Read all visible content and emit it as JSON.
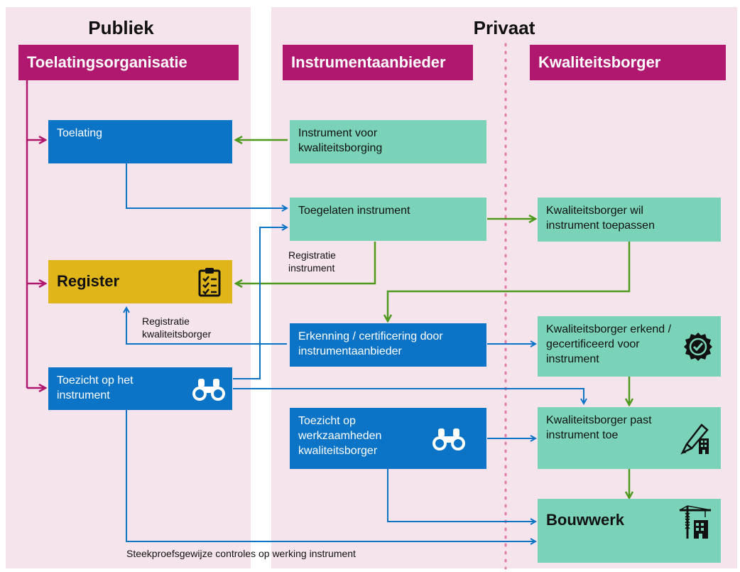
{
  "sections": {
    "public": "Publiek",
    "private": "Privaat"
  },
  "headers": {
    "admission_org": "Toelatingsorganisatie",
    "instrument_provider": "Instrumentaanbieder",
    "quality_assurer": "Kwaliteitsborger"
  },
  "boxes": {
    "toelating": "Toelating",
    "register": "Register",
    "toezicht_instrument": "Toezicht op het instrument",
    "instrument_voor": "Instrument voor kwaliteitsborging",
    "toegelaten": "Toegelaten instrument",
    "erkenning": "Erkenning / certificering door instrumentaanbieder",
    "toezicht_werk": "Toezicht op werkzaamheden kwaliteitsborger",
    "kb_wil": "Kwaliteitsborger wil instrument toepassen",
    "kb_erkend": "Kwaliteitsborger erkend / gecertificeerd voor instrument",
    "kb_past": "Kwaliteitsborger past instrument toe",
    "bouwwerk": "Bouwwerk"
  },
  "labels": {
    "registratie_instrument": "Registratie instrument",
    "registratie_kb": "Registratie kwaliteitsborger",
    "steekproef": "Steekproefsgewijze controles op werking instrument"
  },
  "colors": {
    "magenta": "#b0186f",
    "blue": "#0c74c6",
    "green_arrow": "#4f9a1e",
    "box_green": "#7ad3b8",
    "box_yellow": "#e0b51a",
    "panel": "#f5e4ec",
    "divider": "#e07aa8"
  },
  "icons": [
    "clipboard-checklist-icon",
    "binoculars-icon",
    "certified-badge-icon",
    "pen-building-icon",
    "construction-crane-icon"
  ]
}
